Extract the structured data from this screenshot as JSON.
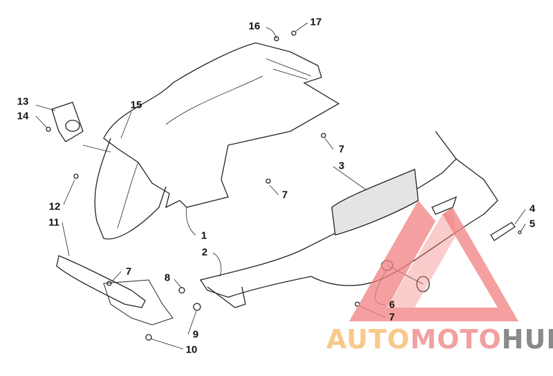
{
  "diagram": {
    "callouts": [
      "16",
      "17",
      "13",
      "14",
      "15",
      "7",
      "3",
      "12",
      "7",
      "1",
      "11",
      "2",
      "4",
      "5",
      "7",
      "8",
      "6",
      "7",
      "9",
      "10"
    ]
  },
  "watermark": {
    "part1": "AUTO",
    "part2": "MOTO",
    "part3": "HUB"
  },
  "colors": {
    "watermark_triangle": "#f28080",
    "logo_auto": "#f8c98a",
    "logo_moto": "#f2a0a0",
    "logo_hub": "#8a8a8a"
  }
}
